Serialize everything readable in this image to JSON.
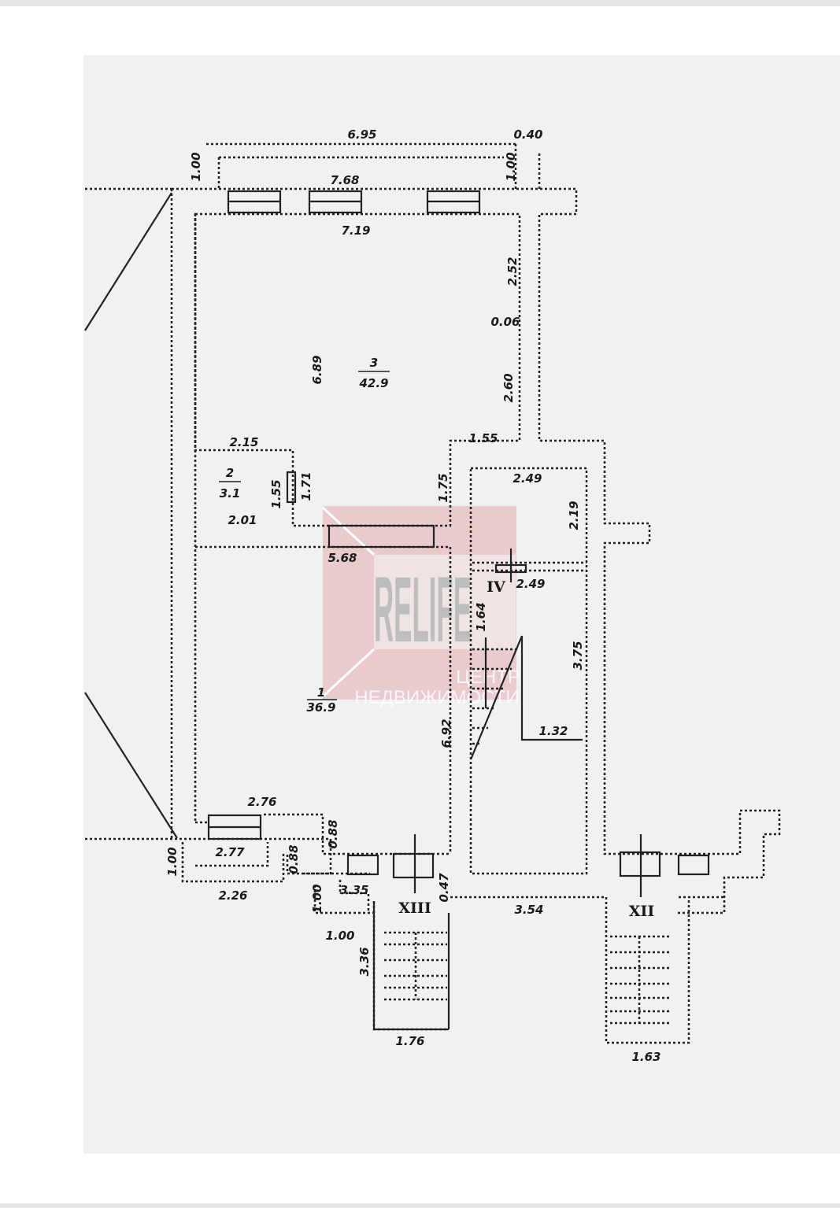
{
  "watermark": {
    "brand": "RELIFE",
    "line1": "ЦЕНТР",
    "line2": "НЕДВИЖИМОСТИ"
  },
  "rooms": [
    {
      "number": "3",
      "area": "42.9"
    },
    {
      "number": "2",
      "area": "3.1"
    },
    {
      "number": "1",
      "area": "36.9"
    }
  ],
  "stairs": {
    "iv": "IV",
    "xiii": "XIII",
    "xii": "XII"
  },
  "dims": {
    "top_695": "6.95",
    "top_040": "0.40",
    "left_100": "1.00",
    "right_100": "1.00",
    "d_768": "7.68",
    "d_719": "7.19",
    "d_252": "2.52",
    "d_006": "0.06",
    "d_689": "6.89",
    "d_260": "2.60",
    "d_215": "2.15",
    "d_155a": "1.55",
    "d_155b": "1.55",
    "d_171": "1.71",
    "d_175": "1.75",
    "d_249a": "2.49",
    "d_219": "2.19",
    "d_201": "2.01",
    "d_568": "5.68",
    "d_249b": "2.49",
    "d_164": "1.64",
    "d_375": "3.75",
    "d_692": "6.92",
    "d_132": "1.32",
    "d_276": "2.76",
    "d_088a": "0.88",
    "d_277": "2.77",
    "d_088b": "0.88",
    "d_100a": "1.00",
    "d_226": "2.26",
    "d_335": "3.35",
    "d_047": "0.47",
    "d_100b": "1.00",
    "d_354": "3.54",
    "d_100c": "1.00",
    "d_336": "3.36",
    "d_176": "1.76",
    "d_163": "1.63"
  },
  "colors": {
    "paper": "#f1f1f1",
    "ink": "#1a1a1a",
    "watermark_bg": "#e7c4c8"
  }
}
